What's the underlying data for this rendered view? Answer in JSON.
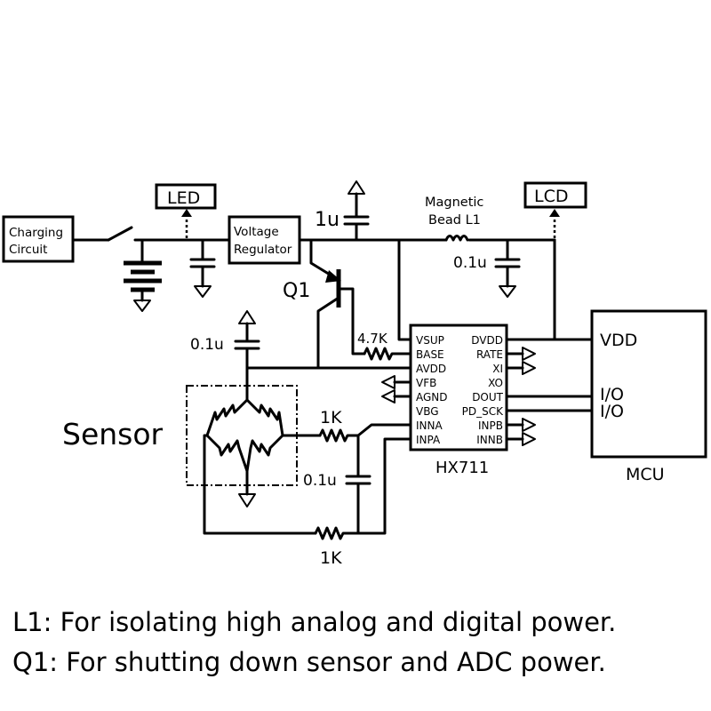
{
  "blocks": {
    "charging": [
      "Charging",
      "Circuit"
    ],
    "regulator": [
      "Voltage",
      "Regulator"
    ],
    "led": "LED",
    "lcd": "LCD",
    "mcu": "MCU",
    "mcu_vdd": "VDD",
    "mcu_io1": "I/O",
    "mcu_io2": "I/O",
    "sensor": "Sensor"
  },
  "components": {
    "cap_top": "1u",
    "bead": [
      "Magnetic",
      "Bead L1"
    ],
    "cap_bead": "0.1u",
    "transistor": "Q1",
    "resistor_base": "4.7K",
    "cap_bridge": "0.1u",
    "resistor_inna": "1K",
    "cap_input": "0.1u",
    "resistor_inpa": "1K"
  },
  "chip": {
    "name": "HX711",
    "left_pins": [
      "VSUP",
      "BASE",
      "AVDD",
      "VFB",
      "AGND",
      "VBG",
      "INNA",
      "INPA"
    ],
    "right_pins": [
      "DVDD",
      "RATE",
      "XI",
      "XO",
      "DOUT",
      "PD_SCK",
      "INPB",
      "INNB"
    ]
  },
  "notes": [
    "L1: For isolating high analog and digital power.",
    "Q1: For shutting down sensor and ADC power."
  ]
}
